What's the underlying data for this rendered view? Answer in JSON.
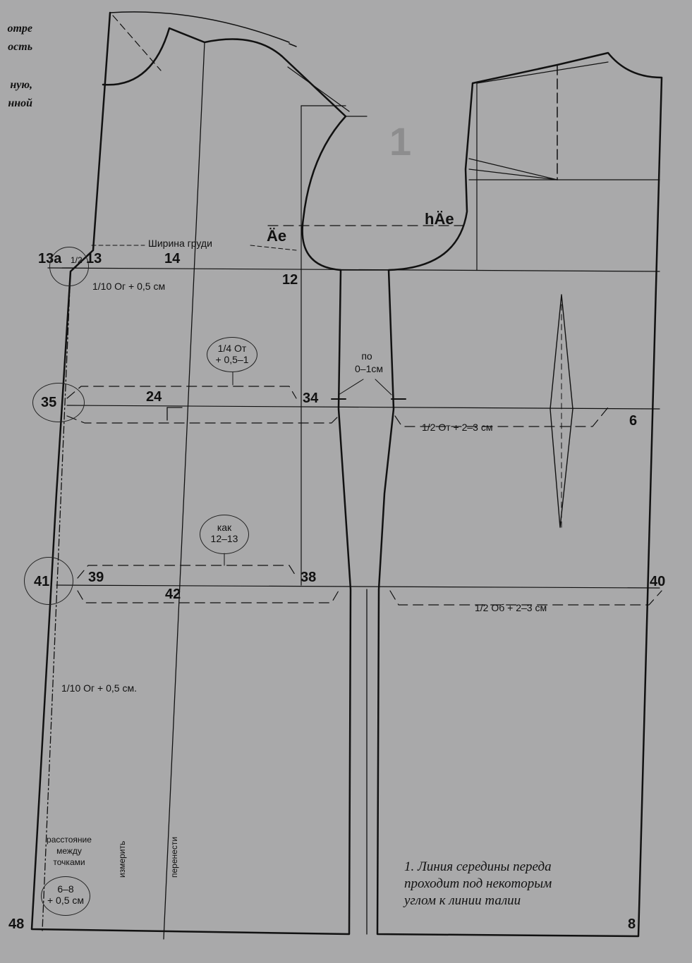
{
  "top_notes": [
    "отре",
    "ость",
    "ную,",
    "нной"
  ],
  "big_number": "1",
  "points": {
    "p13a": "13a",
    "p13": "13",
    "p14": "14",
    "p12": "12",
    "p35": "35",
    "p24": "24",
    "p34": "34",
    "p6": "6",
    "p41": "41",
    "p39": "39",
    "p42": "42",
    "p38": "38",
    "p40": "40",
    "p48": "48",
    "p8": "8",
    "ae": "Äe",
    "hae": "hÄe",
    "half": "1/2"
  },
  "labels": {
    "chest_width": "Ширина груди",
    "og_tenth_1": "1/10 Ог + 0,5 см",
    "og_tenth_2": "1/10 Ог + 0,5 см.",
    "po": "по",
    "po_range": "0–1см",
    "half_ot": "1/2 От + 2–3 см",
    "half_ob": "1/2 Об + 2–3 см",
    "quarter_ot_1": "1/4 От",
    "quarter_ot_2": "+ 0,5–1",
    "kak_1": "как",
    "kak_2": "12–13",
    "distance_1": "расстояние",
    "distance_2": "между",
    "distance_3": "точками",
    "offset_1": "6–8",
    "offset_2": "+ 0,5 см",
    "measure": "измерить",
    "transfer": "перенести"
  },
  "caption": [
    "1. Линия середины переда",
    "проходит под некоторым",
    "углом к линии талии"
  ],
  "colors": {
    "background": "#a9a9aa",
    "line": "#111111",
    "watermark": "#8d8d8e"
  }
}
